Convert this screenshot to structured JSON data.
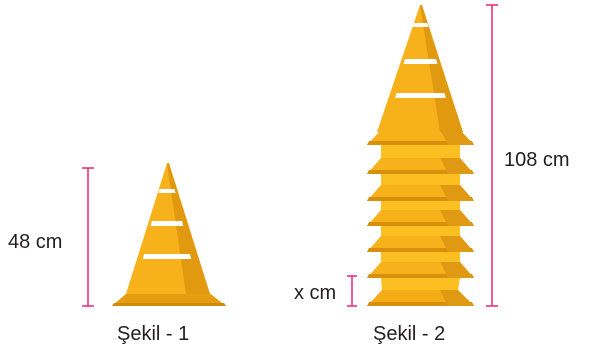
{
  "figure1": {
    "height_label": "48 cm",
    "caption": "Şekil - 1"
  },
  "figure2": {
    "height_label": "108 cm",
    "step_label": "x cm",
    "caption": "Şekil - 2",
    "stacked_cones": 7
  },
  "colors": {
    "cone_orange": "#f7b21b",
    "cone_orange_dark": "#e19a10",
    "cone_yellow": "#ffd23a",
    "stripe_white": "#ffffff",
    "measure_line": "#e8267a",
    "text": "#231f20"
  }
}
